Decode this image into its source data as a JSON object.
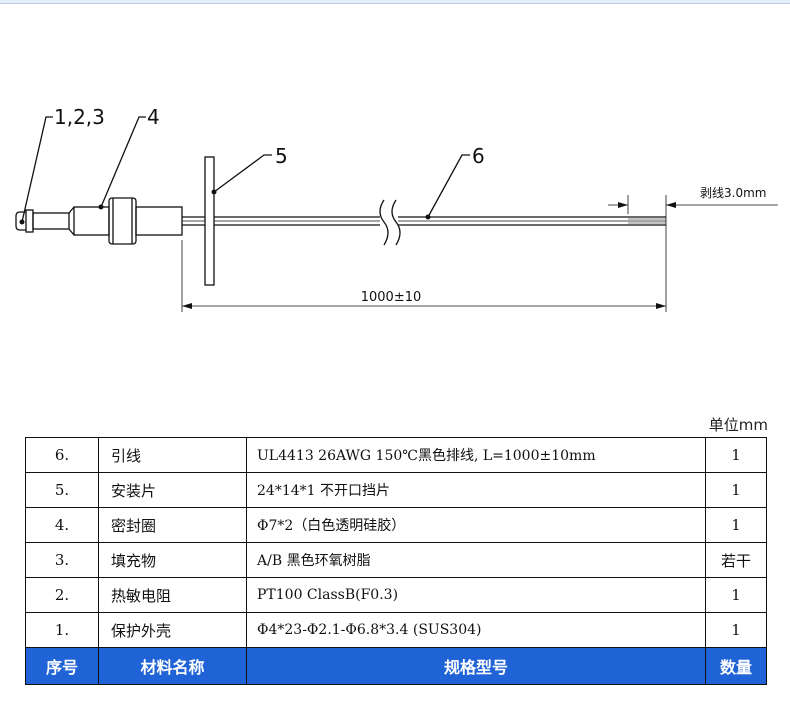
{
  "drawing": {
    "callouts": [
      "1,2,3",
      "4",
      "5",
      "6"
    ],
    "strip_label": "剥线3.0mm",
    "length_label": "1000±10"
  },
  "unit_label": "单位mm",
  "table": {
    "headers": [
      "序号",
      "材料名称",
      "规格型号",
      "数量"
    ],
    "rows": [
      {
        "no": "6.",
        "name": "引线",
        "spec": "UL4413 26AWG 150℃黑色排线, L=1000±10mm",
        "qty": "1"
      },
      {
        "no": "5.",
        "name": "安装片",
        "spec": "24*14*1 不开口挡片",
        "qty": "1"
      },
      {
        "no": "4.",
        "name": "密封圈",
        "spec": "Φ7*2（白色透明硅胶）",
        "qty": "1"
      },
      {
        "no": "3.",
        "name": "填充物",
        "spec": "A/B 黑色环氧树脂",
        "qty": "若干"
      },
      {
        "no": "2.",
        "name": "热敏电阻",
        "spec": "PT100 ClassB(F0.3)",
        "qty": "1"
      },
      {
        "no": "1.",
        "name": "保护外壳",
        "spec": "Φ4*23-Φ2.1-Φ6.8*3.4 (SUS304)",
        "qty": "1"
      }
    ]
  }
}
